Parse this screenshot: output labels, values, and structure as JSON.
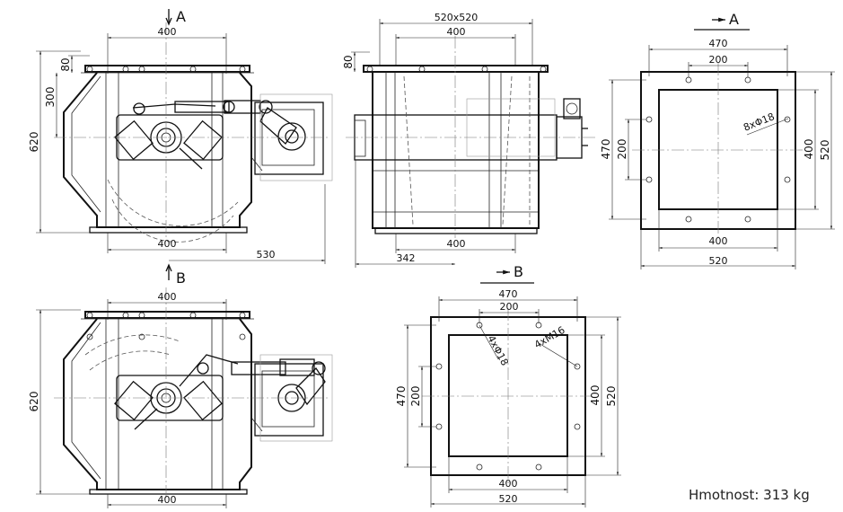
{
  "colors": {
    "ink": "#111111",
    "paper": "#ffffff"
  },
  "section_marks": {
    "a": "A",
    "b": "B"
  },
  "front_view_a": {
    "width_top": "400",
    "height_flange": "80",
    "height_axis": "300",
    "height_total": "620",
    "width_bottom": "400",
    "drive_extent": "530"
  },
  "side_view": {
    "size_top": "520x520",
    "width_top": "400",
    "height_flange": "80",
    "width_bottom": "400",
    "offset_bottom": "342"
  },
  "flange_a": {
    "view_title": "A",
    "hole_pitch": "470",
    "hole_inner": "200",
    "hole_callout": "8xΦ18",
    "height_pitch": "470",
    "height_inner": "200",
    "opening_height": "400",
    "outer_height": "520",
    "opening_width": "400",
    "outer_width": "520"
  },
  "front_view_b": {
    "width_top": "400",
    "height_total": "620",
    "width_bottom": "400"
  },
  "flange_b": {
    "view_title": "B",
    "hole_pitch": "470",
    "hole_inner": "200",
    "hole_callout_1": "4xΦ18",
    "hole_callout_2": "4xM16",
    "height_pitch": "470",
    "height_inner": "200",
    "opening_height": "400",
    "outer_height": "520",
    "opening_width": "400",
    "outer_width": "520"
  },
  "footer": {
    "weight": "Hmotnost: 313 kg"
  }
}
